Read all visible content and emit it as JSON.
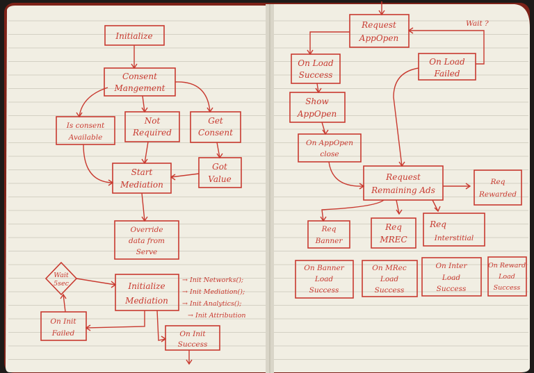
{
  "colors": {
    "ink": "#c8392f",
    "paper": "#f1eee3",
    "cover": "#7e2218",
    "gutter": "#d9d5c8"
  },
  "diagram": {
    "left_page": {
      "initialize": "Initialize",
      "consent_management": [
        "Consent",
        "Mangement"
      ],
      "is_consent_available": [
        "Is consent",
        "Available"
      ],
      "not_required": [
        "Not",
        "Required"
      ],
      "get_consent": [
        "Get",
        "Consent"
      ],
      "got_value": [
        "Got",
        "Value"
      ],
      "start_mediation": [
        "Start",
        "Mediation"
      ],
      "override_data": [
        "Override",
        "data from",
        "Serve"
      ],
      "wait_5sec": [
        "Wait",
        "5sec"
      ],
      "initialize_mediation": [
        "Initialize",
        "Mediation"
      ],
      "init_calls": [
        "→ Init Networks();",
        "→ Init Mediation();",
        "→ Init Analytics();",
        "→ Init Attribution"
      ],
      "on_init_failed": [
        "On Init",
        "Failed"
      ],
      "on_init_success": [
        "On Init",
        "Success"
      ]
    },
    "right_page": {
      "request_appopen": [
        "Request",
        "AppOpen"
      ],
      "wait_note": "Wait ?",
      "on_load_success": [
        "On Load",
        "Success"
      ],
      "on_load_failed": [
        "On Load",
        "Failed"
      ],
      "show_appopen": [
        "Show",
        "AppOpen"
      ],
      "on_appopen_close": [
        "On AppOpen",
        "close"
      ],
      "request_remaining_ads": [
        "Request",
        "Remaining Ads"
      ],
      "req_rewarded": [
        "Req",
        "Rewarded"
      ],
      "req_banner": [
        "Req",
        "Banner"
      ],
      "req_mrec": [
        "Req",
        "MREC"
      ],
      "req_interstitial": [
        "Req",
        "Interstitial"
      ],
      "on_banner_load_success": [
        "On Banner",
        "Load",
        "Success"
      ],
      "on_mrec_load_success": [
        "On MRec",
        "Load",
        "Success"
      ],
      "on_inter_load_success": [
        "On Inter",
        "Load",
        "Success"
      ],
      "on_reward_load_success": [
        "On Reward",
        "Load",
        "Success"
      ]
    }
  }
}
